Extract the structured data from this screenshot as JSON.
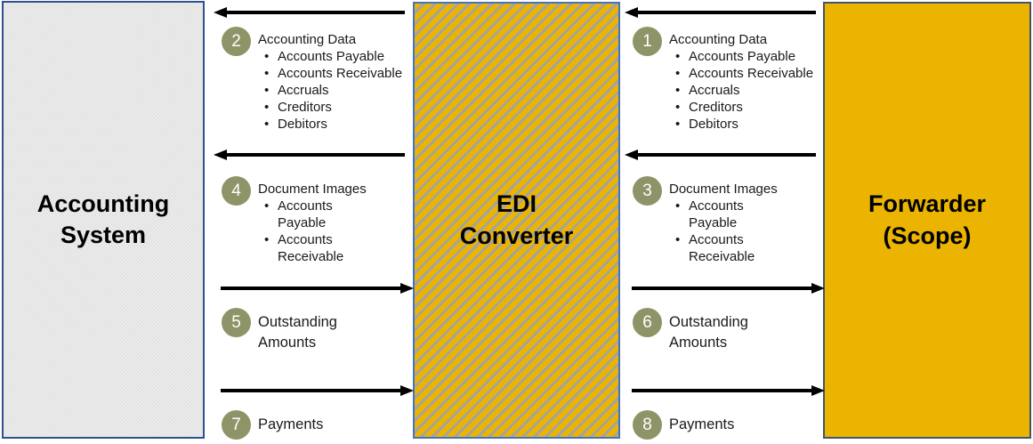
{
  "diagram": {
    "nodes": [
      {
        "id": "accounting-system",
        "title": "Accounting System"
      },
      {
        "id": "edi-converter",
        "title": "EDI Converter"
      },
      {
        "id": "forwarder-scope",
        "title": "Forwarder (Scope)"
      }
    ],
    "flows": [
      {
        "number": "2",
        "column": "left",
        "direction": "left",
        "label": "Accounting Data",
        "items": [
          "Accounts Payable",
          "Accounts Receivable",
          "Accruals",
          "Creditors",
          "Debitors"
        ]
      },
      {
        "number": "4",
        "column": "left",
        "direction": "left",
        "label": "Document Images",
        "items": [
          "Accounts Payable",
          "Accounts Receivable"
        ]
      },
      {
        "number": "5",
        "column": "left",
        "direction": "right",
        "label": "Outstanding Amounts",
        "items": []
      },
      {
        "number": "7",
        "column": "left",
        "direction": "right",
        "label": "Payments",
        "items": []
      },
      {
        "number": "1",
        "column": "right",
        "direction": "left",
        "label": "Accounting Data",
        "items": [
          "Accounts Payable",
          "Accounts Receivable",
          "Accruals",
          "Creditors",
          "Debitors"
        ]
      },
      {
        "number": "3",
        "column": "right",
        "direction": "left",
        "label": "Document Images",
        "items": [
          "Accounts Payable",
          "Accounts Receivable"
        ]
      },
      {
        "number": "6",
        "column": "right",
        "direction": "right",
        "label": "Outstanding Amounts",
        "items": []
      },
      {
        "number": "8",
        "column": "right",
        "direction": "right",
        "label": "Payments",
        "items": []
      }
    ],
    "colors": {
      "gold": "#EBB400",
      "hatch_stripe": "#A3A3A3",
      "circle_olive": "#8F9468",
      "left_box_fill": "#E8E8E8",
      "left_box_border": "#30508F",
      "mid_box_border": "#4472C4",
      "right_box_border": "#44546A",
      "arrow": "#000000"
    }
  }
}
